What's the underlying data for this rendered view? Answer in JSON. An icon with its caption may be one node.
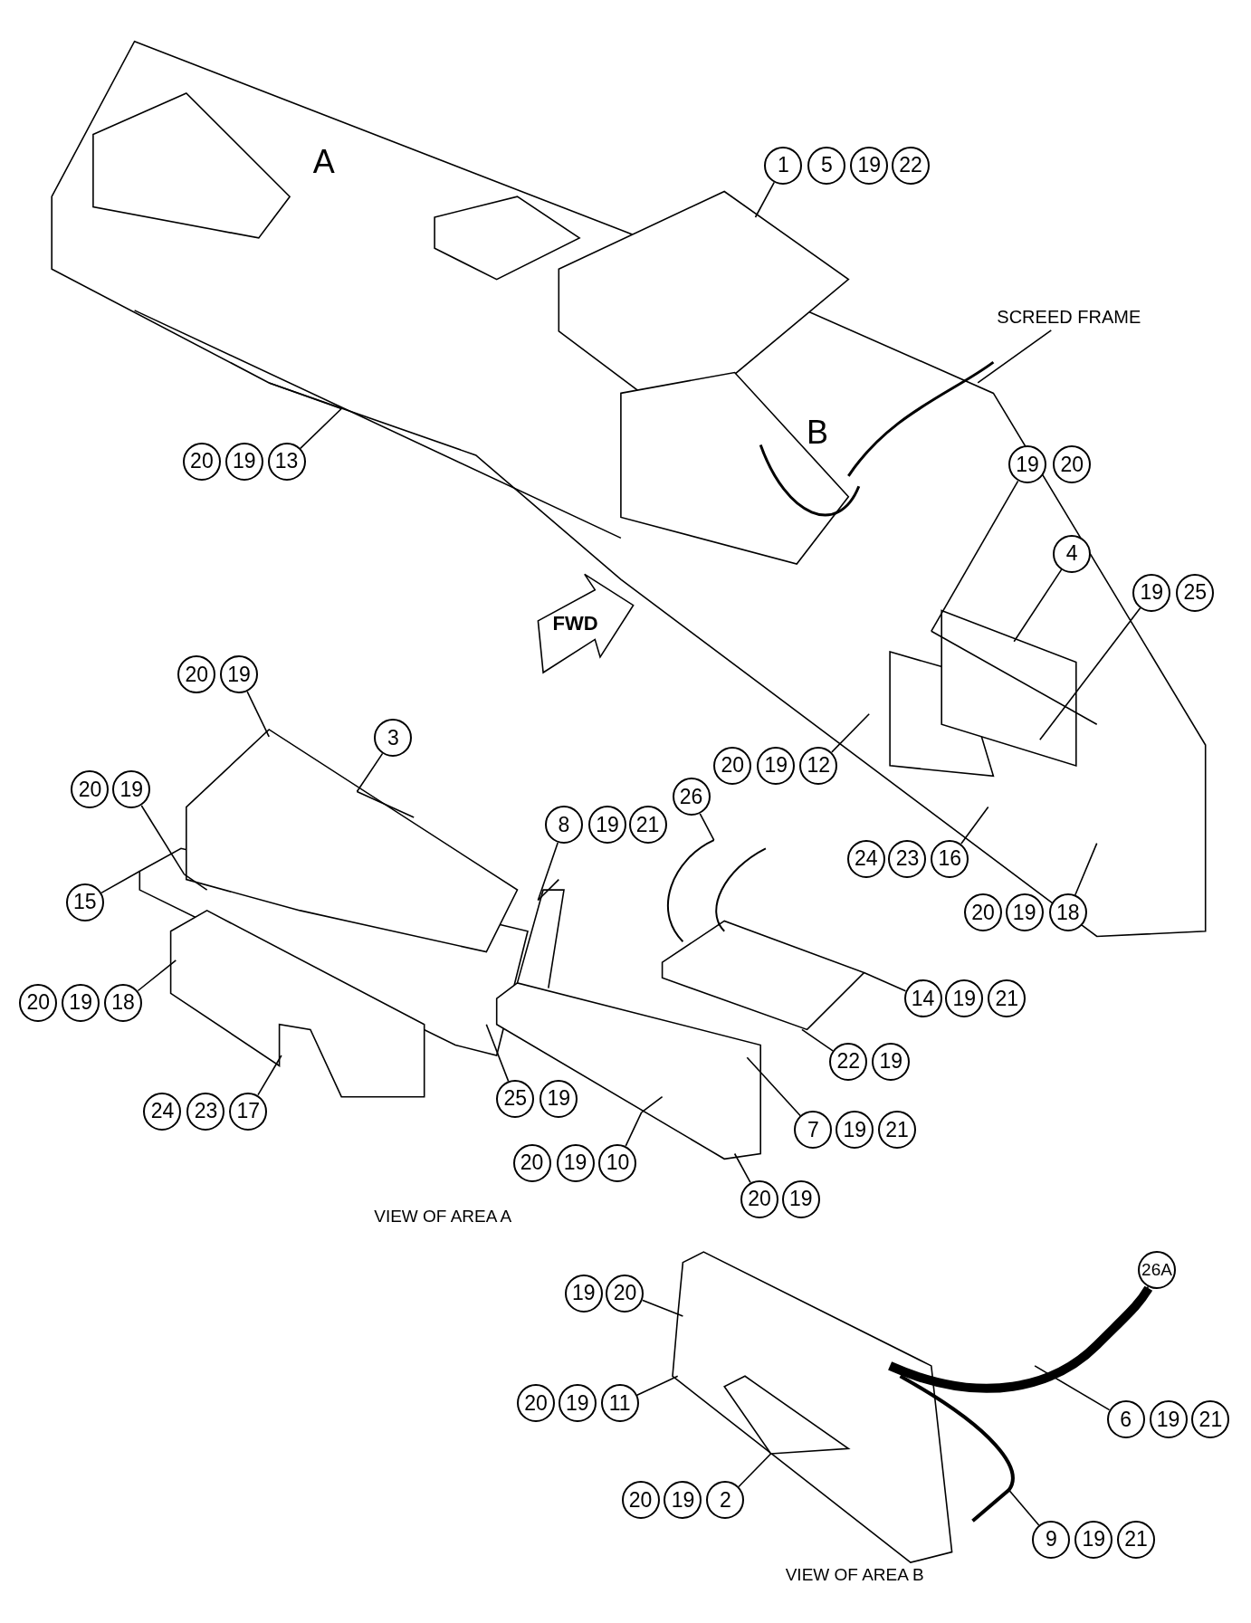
{
  "diagram": {
    "nodes": [
      {
        "text": [
          "1"
        ]
      },
      {
        "text": [
          "5"
        ]
      },
      {
        "text": [
          "19"
        ]
      },
      {
        "text": [
          "22"
        ]
      },
      {
        "text": [
          "SCREED FRAME"
        ]
      },
      {
        "text": [
          "20"
        ]
      },
      {
        "text": [
          "19"
        ]
      },
      {
        "text": [
          "13"
        ]
      },
      {
        "text": [
          "19"
        ]
      },
      {
        "text": [
          "20"
        ]
      },
      {
        "text": [
          "4"
        ]
      },
      {
        "text": [
          "19"
        ]
      },
      {
        "text": [
          "25"
        ]
      },
      {
        "text": [
          "20"
        ]
      },
      {
        "text": [
          "19"
        ]
      },
      {
        "text": [
          "3"
        ]
      },
      {
        "text": [
          "20"
        ]
      },
      {
        "text": [
          "19"
        ]
      },
      {
        "text": [
          "12"
        ]
      },
      {
        "text": [
          "20"
        ]
      },
      {
        "text": [
          "19"
        ]
      },
      {
        "text": [
          "26"
        ]
      },
      {
        "text": [
          "8"
        ]
      },
      {
        "text": [
          "19"
        ]
      },
      {
        "text": [
          "21"
        ]
      },
      {
        "text": [
          "24"
        ]
      },
      {
        "text": [
          "23"
        ]
      },
      {
        "text": [
          "16"
        ]
      },
      {
        "text": [
          "15"
        ]
      },
      {
        "text": [
          "20"
        ]
      },
      {
        "text": [
          "19"
        ]
      },
      {
        "text": [
          "18"
        ]
      },
      {
        "text": [
          "14"
        ]
      },
      {
        "text": [
          "19"
        ]
      },
      {
        "text": [
          "21"
        ]
      },
      {
        "text": [
          "20"
        ]
      },
      {
        "text": [
          "19"
        ]
      },
      {
        "text": [
          "18"
        ]
      },
      {
        "text": [
          "22"
        ]
      },
      {
        "text": [
          "19"
        ]
      },
      {
        "text": [
          "25"
        ]
      },
      {
        "text": [
          "19"
        ]
      },
      {
        "text": [
          "24"
        ]
      },
      {
        "text": [
          "23"
        ]
      },
      {
        "text": [
          "17"
        ]
      },
      {
        "text": [
          "7"
        ]
      },
      {
        "text": [
          "19"
        ]
      },
      {
        "text": [
          "21"
        ]
      },
      {
        "text": [
          "20"
        ]
      },
      {
        "text": [
          "19"
        ]
      },
      {
        "text": [
          "10"
        ]
      },
      {
        "text": [
          "20"
        ]
      },
      {
        "text": [
          "19"
        ]
      },
      {
        "text": [
          "26A"
        ]
      },
      {
        "text": [
          "19"
        ]
      },
      {
        "text": [
          "20"
        ]
      },
      {
        "text": [
          "20"
        ]
      },
      {
        "text": [
          "19"
        ]
      },
      {
        "text": [
          "11"
        ]
      },
      {
        "text": [
          "6"
        ]
      },
      {
        "text": [
          "19"
        ]
      },
      {
        "text": [
          "21"
        ]
      },
      {
        "text": [
          "20"
        ]
      },
      {
        "text": [
          "19"
        ]
      },
      {
        "text": [
          "2"
        ]
      },
      {
        "text": [
          "9"
        ]
      },
      {
        "text": [
          "19"
        ]
      },
      {
        "text": [
          "21"
        ]
      }
    ],
    "edges": [
      {
        "from": 0,
        "to": null,
        "arrow": "none"
      },
      {
        "from": 4,
        "to": null,
        "arrow": "none"
      },
      {
        "from": 7,
        "to": null,
        "arrow": "none"
      },
      {
        "from": 8,
        "to": null,
        "arrow": "none"
      },
      {
        "from": 10,
        "to": null,
        "arrow": "none"
      },
      {
        "from": 11,
        "to": null,
        "arrow": "none"
      },
      {
        "from": 14,
        "to": null,
        "arrow": "none"
      },
      {
        "from": 15,
        "to": null,
        "arrow": "none"
      },
      {
        "from": 18,
        "to": null,
        "arrow": "none"
      },
      {
        "from": 20,
        "to": null,
        "arrow": "none"
      },
      {
        "from": 21,
        "to": null,
        "arrow": "none"
      },
      {
        "from": 22,
        "to": null,
        "arrow": "none"
      },
      {
        "from": 27,
        "to": null,
        "arrow": "none"
      },
      {
        "from": 28,
        "to": null,
        "arrow": "none"
      },
      {
        "from": 31,
        "to": null,
        "arrow": "none"
      },
      {
        "from": 32,
        "to": null,
        "arrow": "none"
      },
      {
        "from": 37,
        "to": null,
        "arrow": "none"
      },
      {
        "from": 38,
        "to": null,
        "arrow": "none"
      },
      {
        "from": 44,
        "to": null,
        "arrow": "none"
      },
      {
        "from": 40,
        "to": null,
        "arrow": "none"
      },
      {
        "from": 45,
        "to": null,
        "arrow": "none"
      },
      {
        "from": 50,
        "to": null,
        "arrow": "none"
      },
      {
        "from": 51,
        "to": null,
        "arrow": "none"
      },
      {
        "from": 55,
        "to": null,
        "arrow": "none"
      },
      {
        "from": 53,
        "to": null,
        "arrow": "none"
      },
      {
        "from": 58,
        "to": null,
        "arrow": "none"
      },
      {
        "from": 59,
        "to": null,
        "arrow": "none"
      },
      {
        "from": 64,
        "to": null,
        "arrow": "none"
      },
      {
        "from": 65,
        "to": null,
        "arrow": "none"
      }
    ],
    "labels": [
      "A",
      "B",
      "FWD",
      "VIEW OF AREA A",
      "VIEW OF AREA B"
    ]
  }
}
